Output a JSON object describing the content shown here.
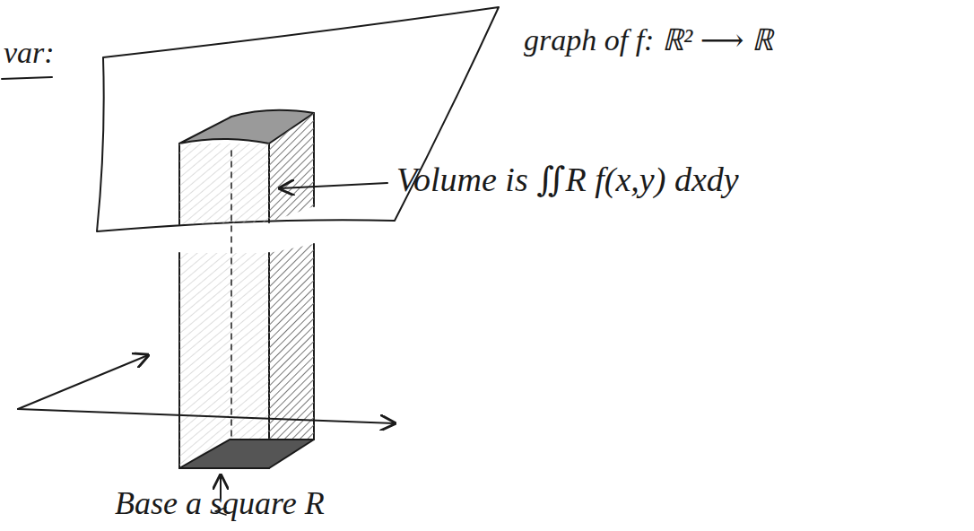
{
  "diagram": {
    "labels": [
      "var:",
      "graph of f: ℝ² ⟶ ℝ",
      "Volume is ∬R f(x,y) dxdy",
      "Base a square R"
    ]
  }
}
